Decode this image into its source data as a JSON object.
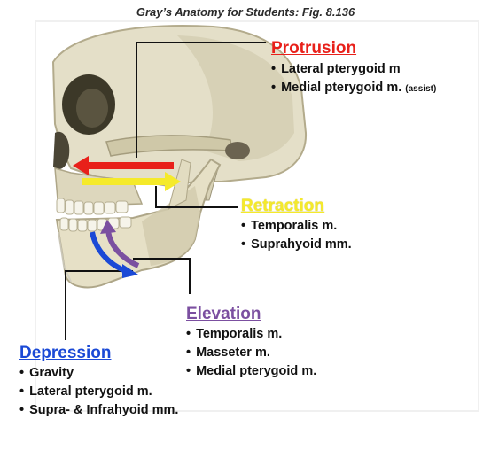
{
  "title": "Gray’s Anatomy for Students: Fig. 8.136",
  "colors": {
    "protrusion": "#e8201a",
    "retraction": "#f5ea2a",
    "elevation": "#7b4fa0",
    "depression": "#1a49d6"
  },
  "sections": {
    "protrusion": {
      "heading": "Protrusion",
      "items": [
        "Lateral pterygoid m",
        "Medial pterygoid m."
      ],
      "note": "(assist)"
    },
    "retraction": {
      "heading": "Retraction",
      "items": [
        "Temporalis m.",
        "Suprahyoid mm."
      ]
    },
    "elevation": {
      "heading": "Elevation",
      "items": [
        "Temporalis m.",
        "Masseter m.",
        "Medial pterygoid m."
      ]
    },
    "depression": {
      "heading": "Depression",
      "items": [
        "Gravity",
        "Lateral pterygoid m.",
        "Supra- & Infrahyoid mm."
      ]
    }
  }
}
